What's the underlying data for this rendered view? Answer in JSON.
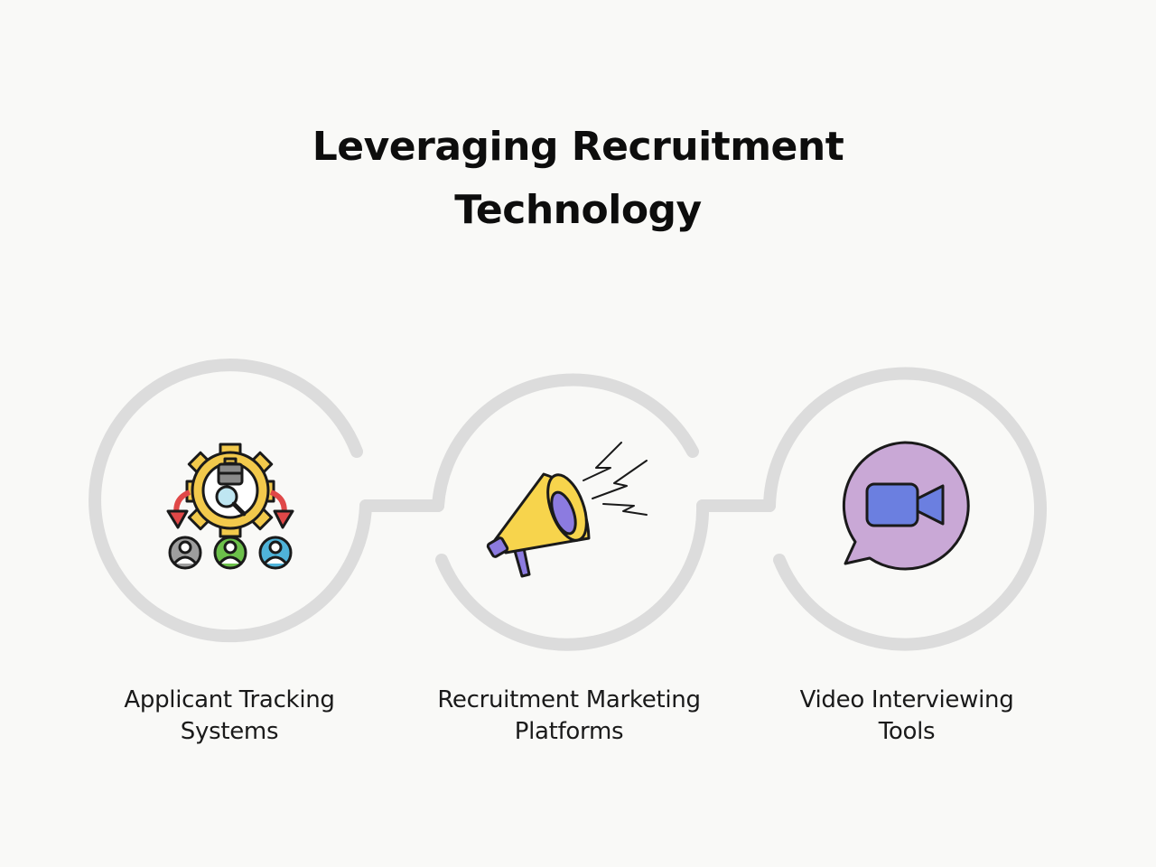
{
  "title": {
    "line1": "Leveraging Recruitment",
    "line2": "Technology"
  },
  "steps": [
    {
      "line1": "Applicant Tracking",
      "line2": "Systems",
      "icon": "gear-people-icon"
    },
    {
      "line1": "Recruitment Marketing",
      "line2": "Platforms",
      "icon": "megaphone-icon"
    },
    {
      "line1": "Video Interviewing",
      "line2": "Tools",
      "icon": "video-chat-icon"
    }
  ],
  "colors": {
    "background": "#f9f9f7",
    "ring": "#dcdcdc",
    "gear": "#f2c94c",
    "arrow": "#e04848",
    "person_gray": "#9e9e9e",
    "person_green": "#6cc04a",
    "person_blue": "#4fb3d9",
    "megaphone": "#f7d44c",
    "megaphone_inner": "#8c7be0",
    "bubble": "#c9a8d6",
    "camera": "#6b7fe0"
  }
}
